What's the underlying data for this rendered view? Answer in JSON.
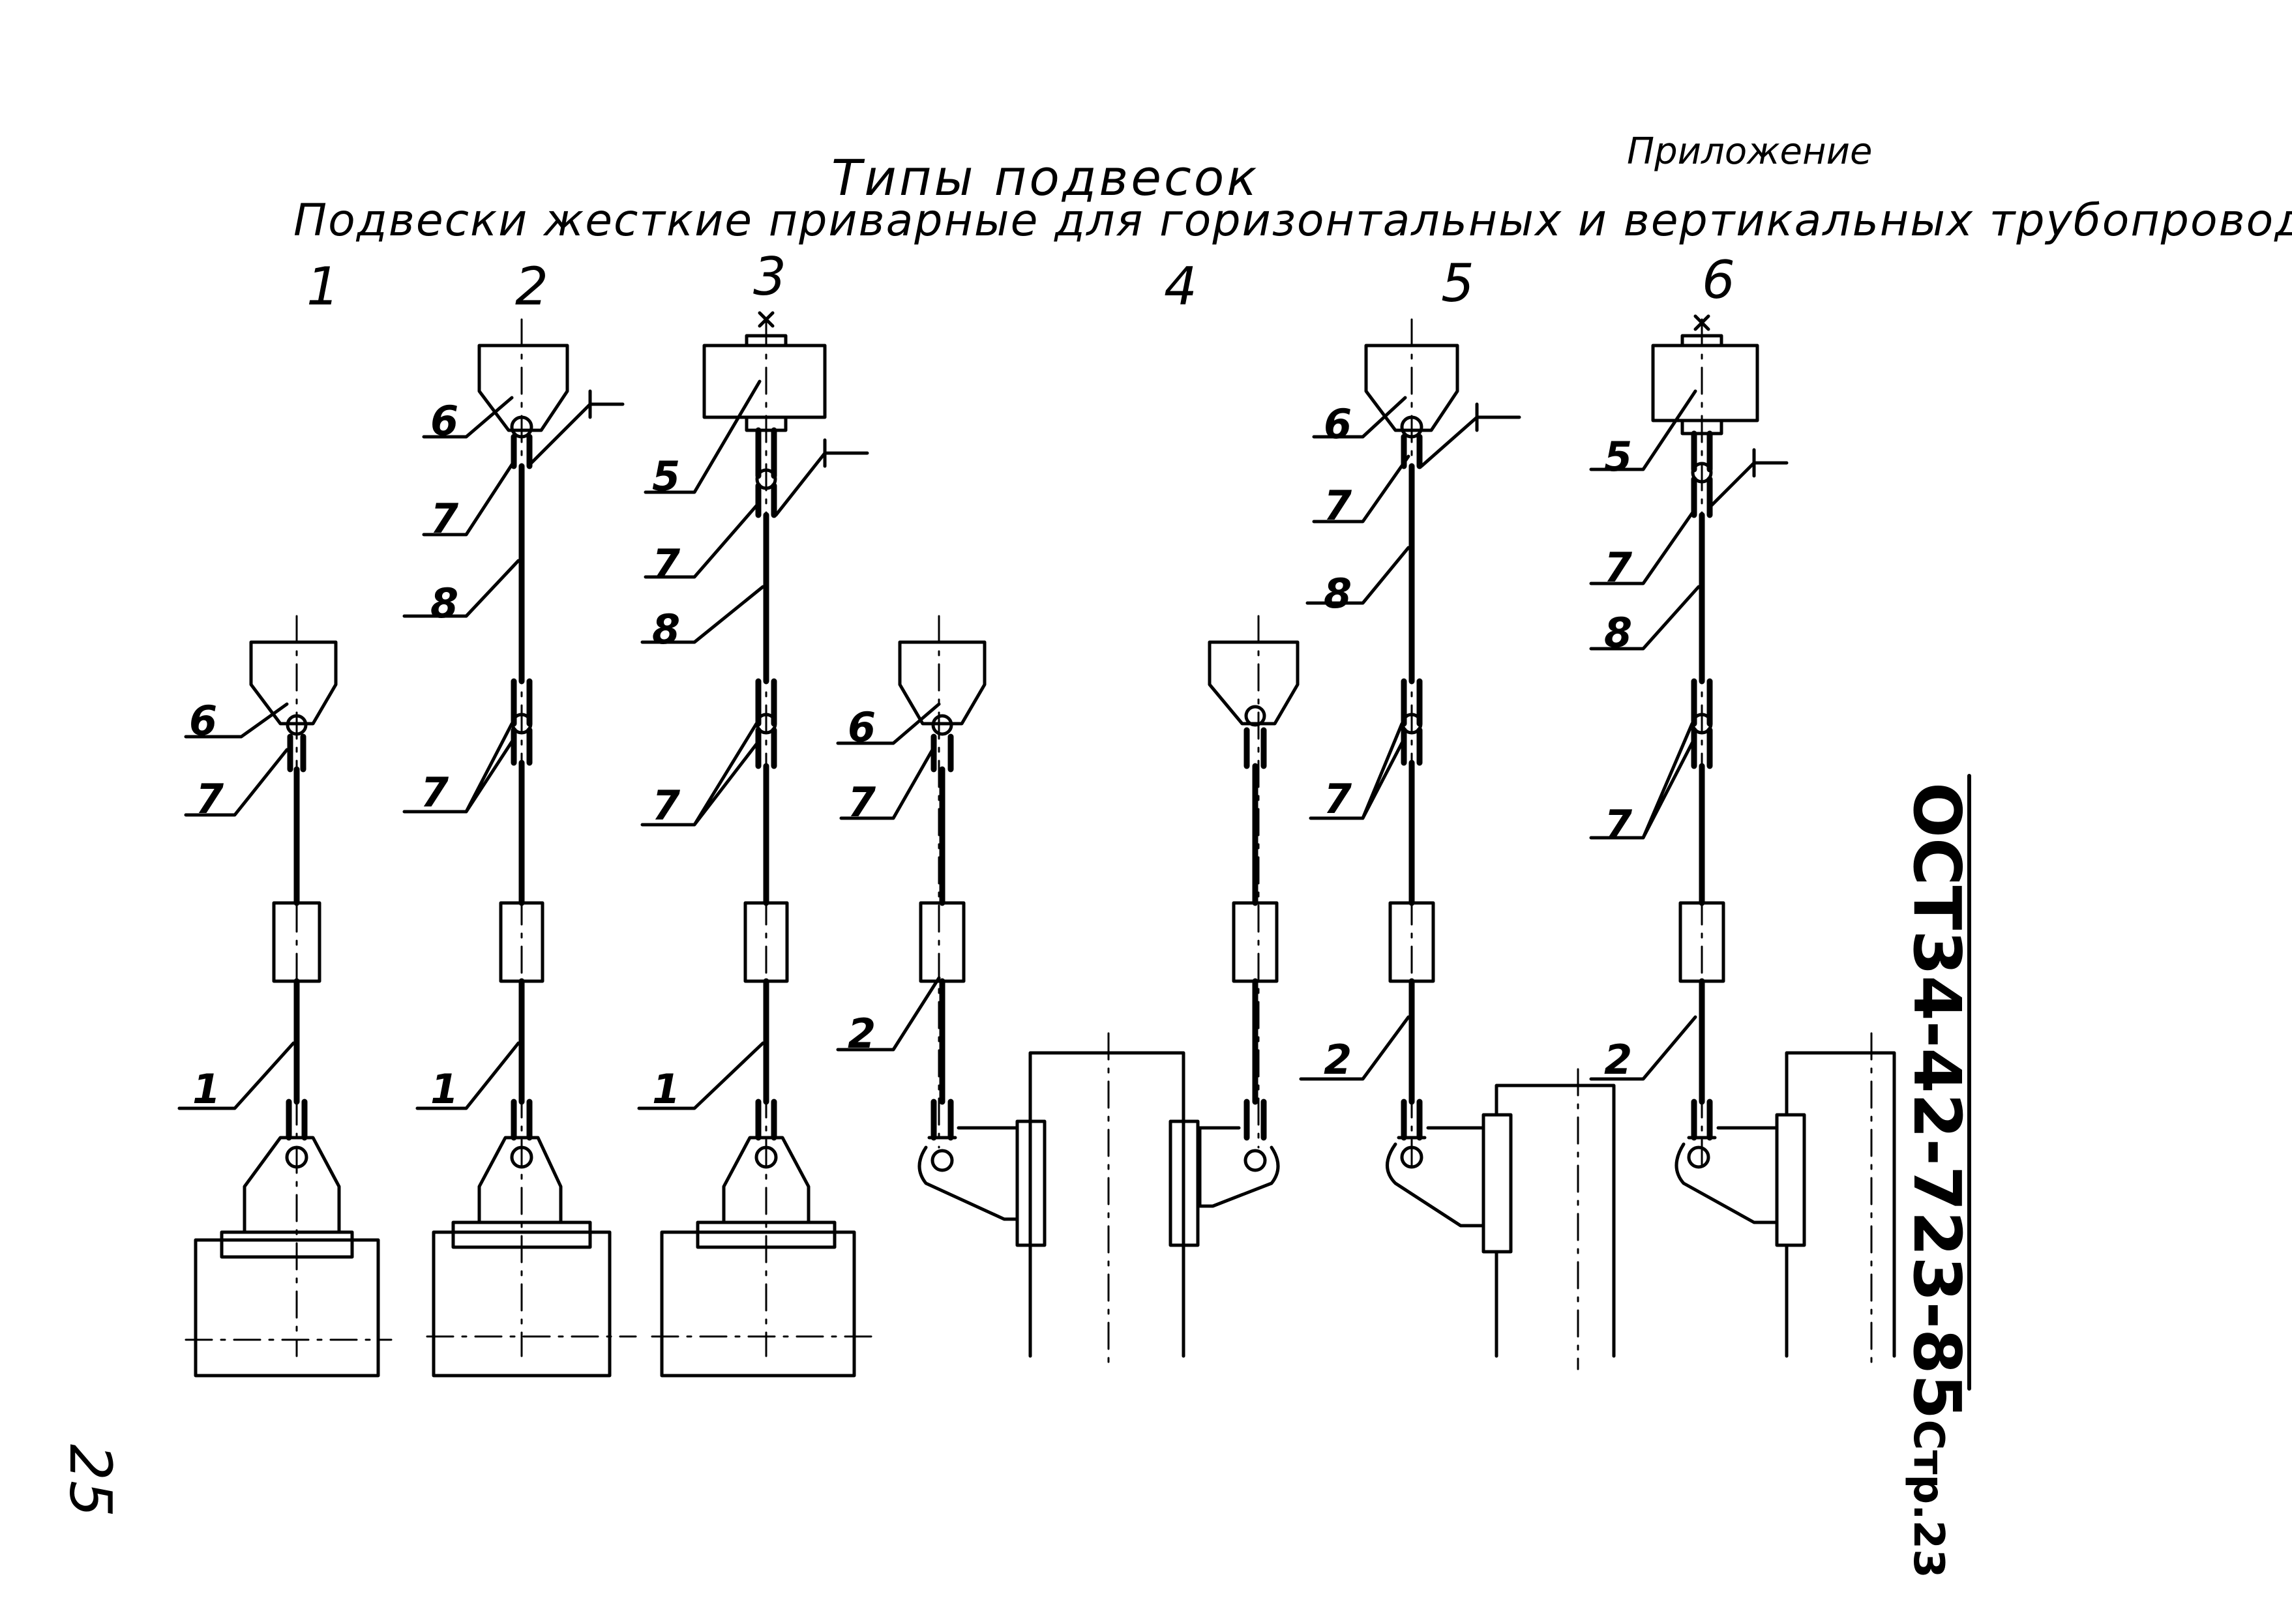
{
  "header": {
    "appendix": "Приложение",
    "title": "Типы подвесок",
    "subtitle": "Подвески жесткие приварные для горизонтальных и вертикальных трубопроводов"
  },
  "types": [
    "1",
    "2",
    "3",
    "4",
    "5",
    "6"
  ],
  "callouts": {
    "t1": [
      "6",
      "7",
      "1"
    ],
    "t2": [
      "6",
      "7",
      "8",
      "7",
      "1"
    ],
    "t3": [
      "5",
      "7",
      "8",
      "7",
      "1"
    ],
    "t4": [
      "6",
      "7",
      "2"
    ],
    "t5": [
      "6",
      "7",
      "8",
      "7",
      "2"
    ],
    "t6": [
      "5",
      "7",
      "8",
      "7",
      "2"
    ]
  },
  "stamp": {
    "standard": "ОСТ34-42-723-85",
    "page": "Стр.23"
  },
  "sheet_number": "25"
}
